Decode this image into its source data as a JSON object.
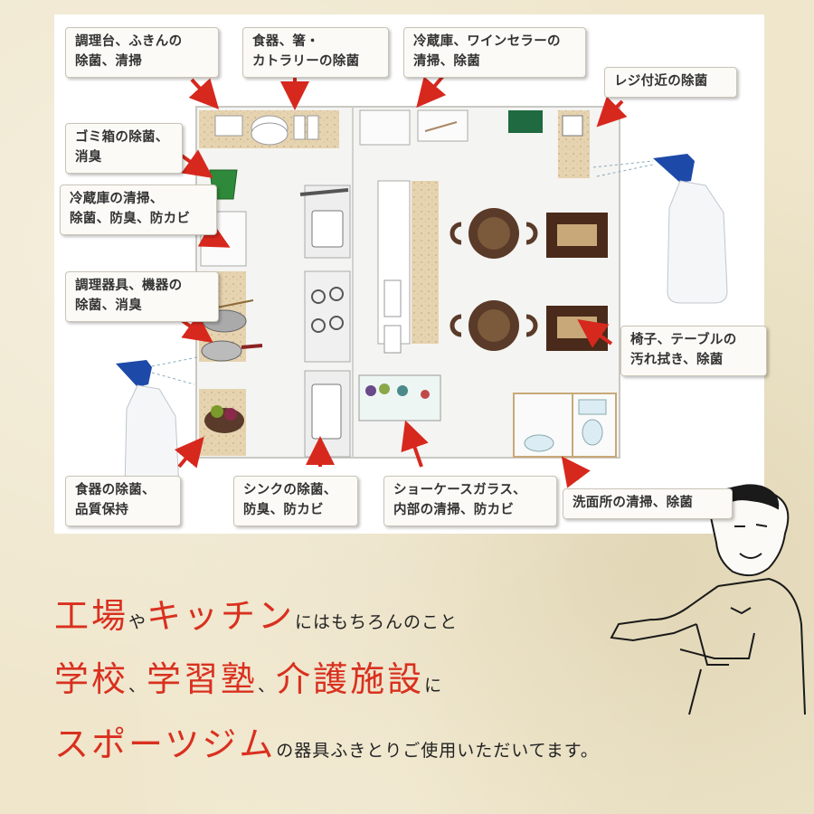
{
  "callouts": {
    "counter": "調理台、ふきんの\n除菌、清掃",
    "tableware": "食器、箸・\nカトラリーの除菌",
    "fridge_wine": "冷蔵庫、ワインセラーの\n清掃、除菌",
    "register": "レジ付近の除菌",
    "trash": "ゴミ箱の除菌、\n消臭",
    "fridge": "冷蔵庫の清掃、\n除菌、防臭、防カビ",
    "utensils": "調理器具、機器の\n除菌、消臭",
    "chairs": "椅子、テーブルの\n汚れ拭き、除菌",
    "dishes": "食器の除菌、\n品質保持",
    "sink": "シンクの除菌、\n防臭、防カビ",
    "showcase": "ショーケースガラス、\n内部の清掃、防カビ",
    "washroom": "洗面所の清掃、除菌"
  },
  "tagline": {
    "line1_a": "工場",
    "line1_b": "や",
    "line1_c": "キッチン",
    "line1_d": "にはもちろんのこと",
    "line2_a": "学校",
    "line2_b": "、",
    "line2_c": "学習塾",
    "line2_d": "、",
    "line2_e": "介護施設",
    "line2_f": "に",
    "line3_a": "スポーツジム",
    "line3_b": "の器具ふきとりご使用いただいてます。"
  },
  "colors": {
    "accent_red": "#d9301f",
    "arrow_red": "#d7281e",
    "background": "#efe6cc"
  }
}
